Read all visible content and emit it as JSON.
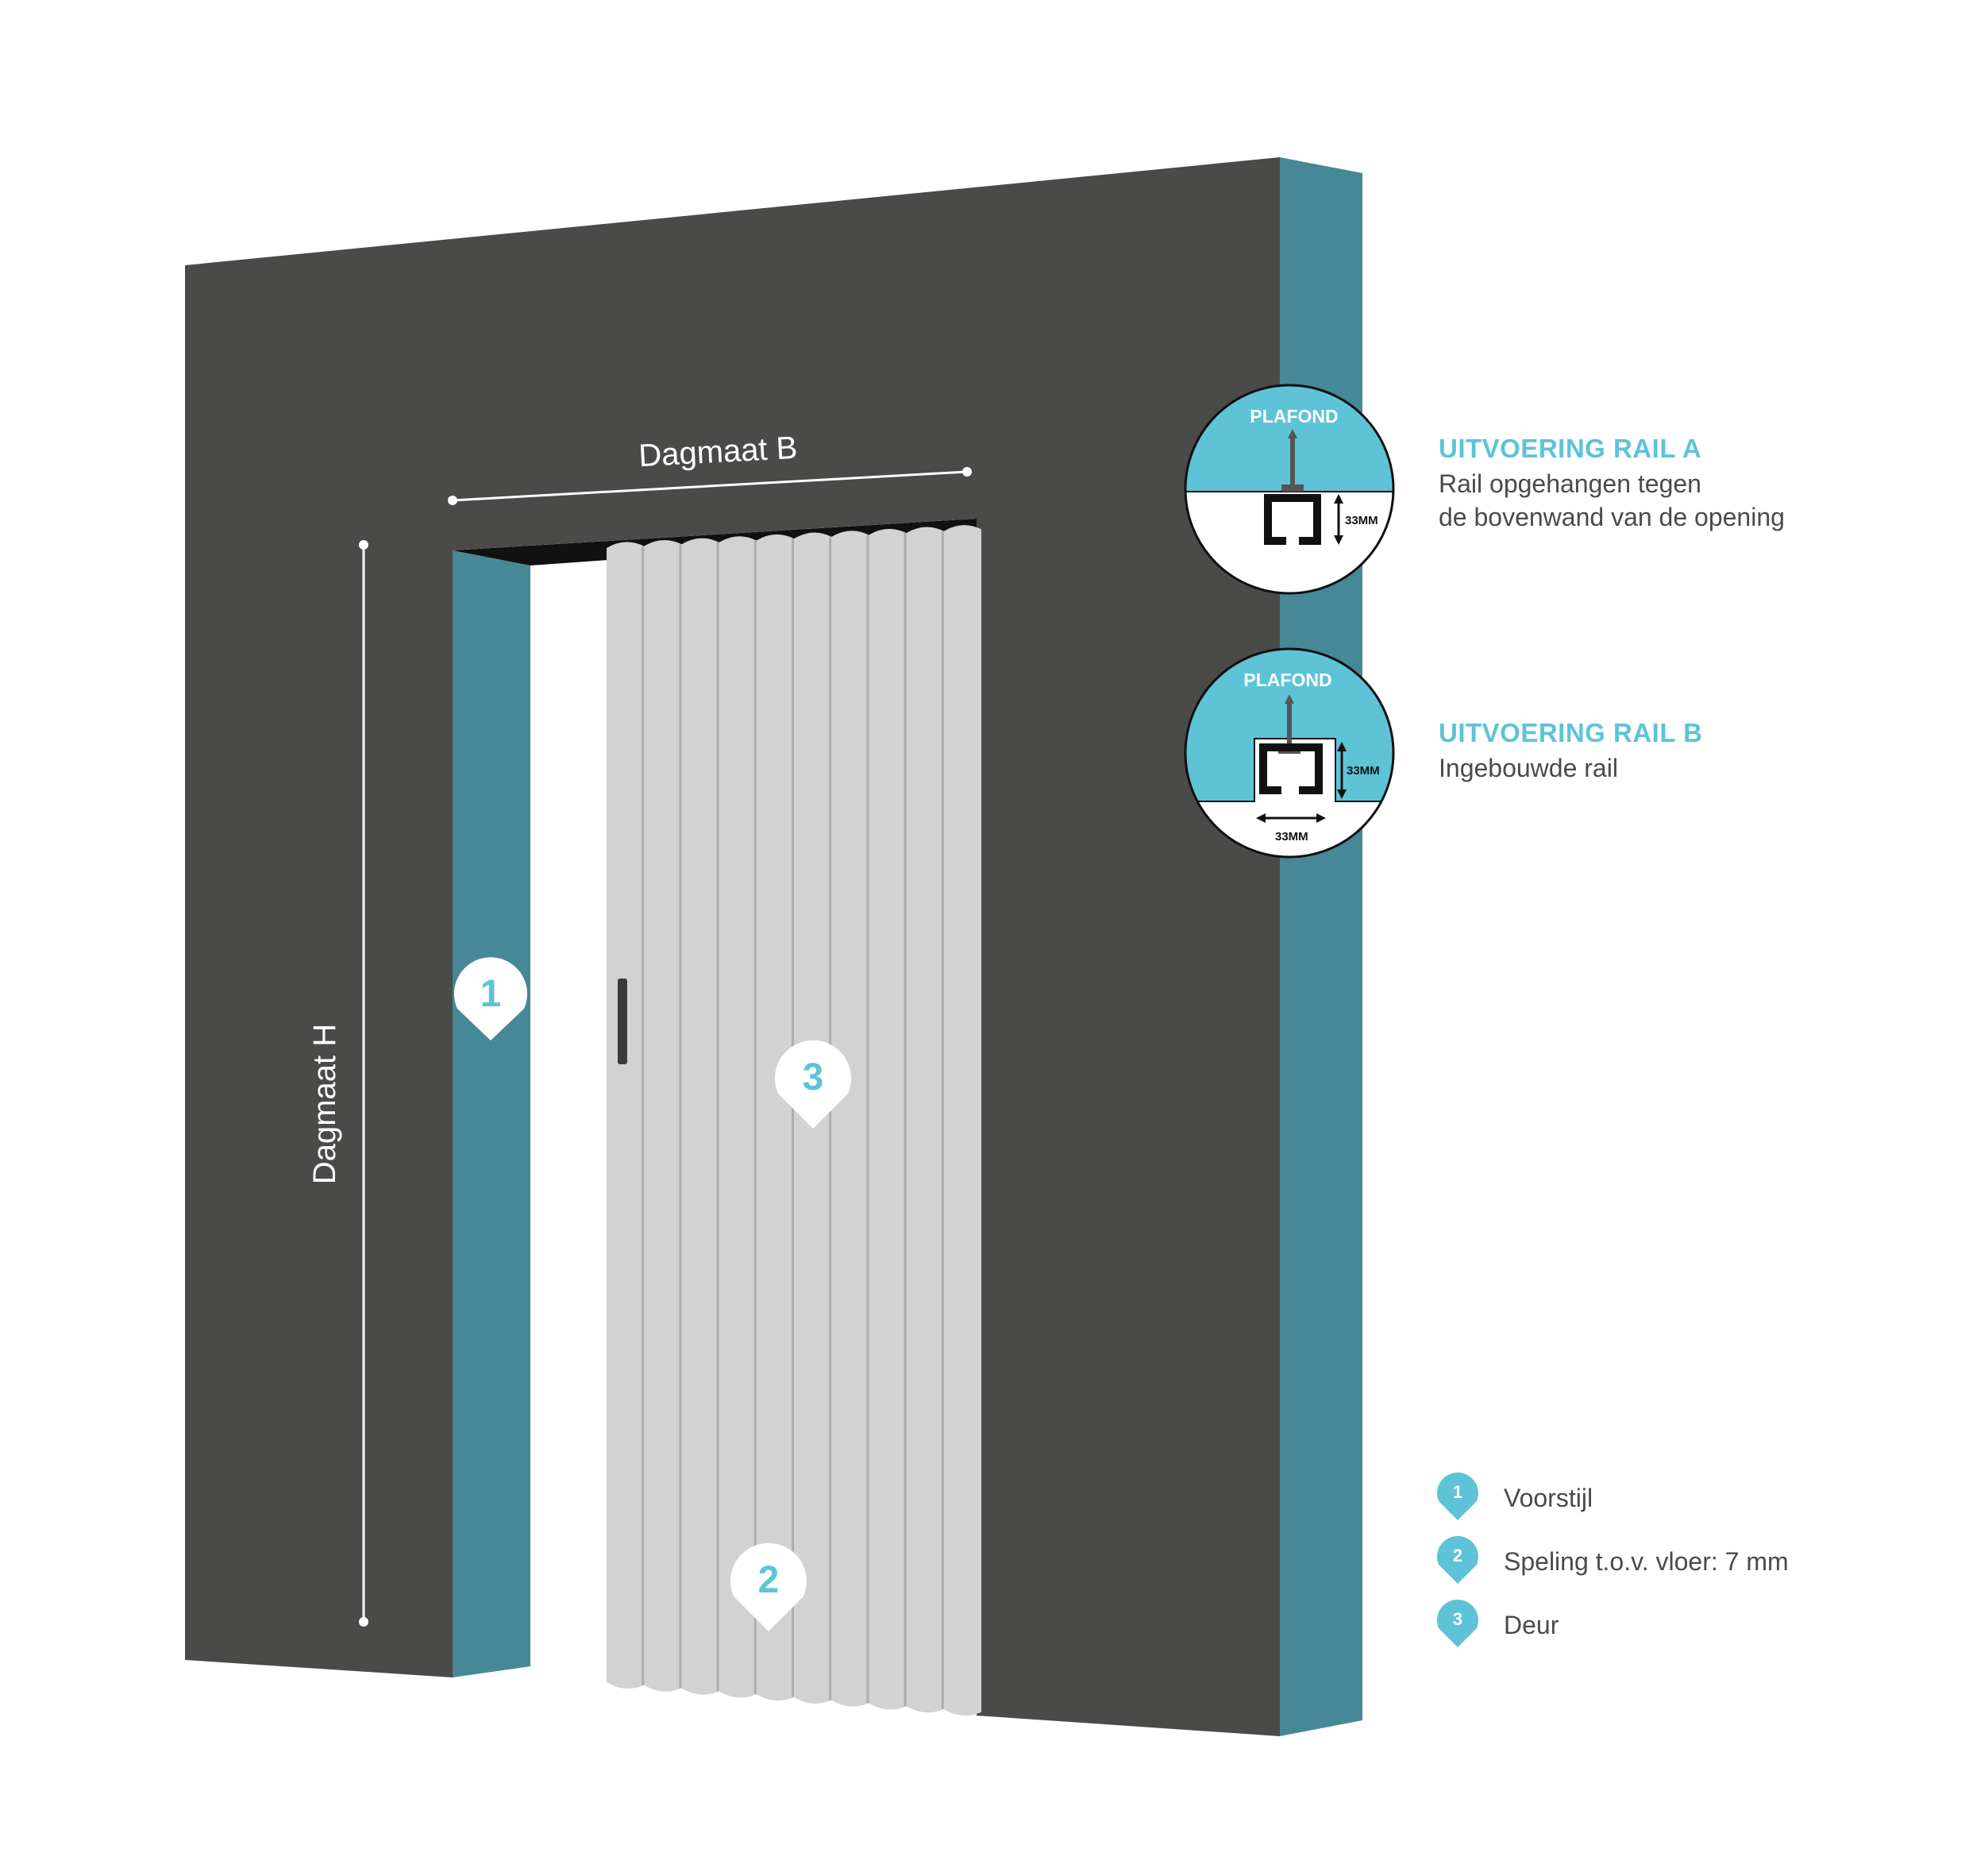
{
  "dimensions": {
    "width_label": "Dagmaat B",
    "height_label": "Dagmaat H"
  },
  "markers": [
    "1",
    "2",
    "3"
  ],
  "rail_a": {
    "ceiling_label": "PLAFOND",
    "height_label": "33MM",
    "title": "UITVOERING RAIL A",
    "description_line1": "Rail opgehangen tegen",
    "description_line2": "de bovenwand van de opening"
  },
  "rail_b": {
    "ceiling_label": "PLAFOND",
    "height_label": "33MM",
    "width_label": "33MM",
    "title": "UITVOERING RAIL B",
    "description_line1": "Ingebouwde rail"
  },
  "legend": [
    {
      "number": "1",
      "label": "Voorstijl"
    },
    {
      "number": "2",
      "label": "Speling t.o.v. vloer: 7 mm"
    },
    {
      "number": "3",
      "label": "Deur"
    }
  ],
  "colors": {
    "wall": "#4a4a49",
    "wall_side": "#468896",
    "accent": "#5ec3d7",
    "door": "#d2d2d2",
    "door_fold_shadow": "#aeaeae",
    "text": "#4a4a4a"
  }
}
